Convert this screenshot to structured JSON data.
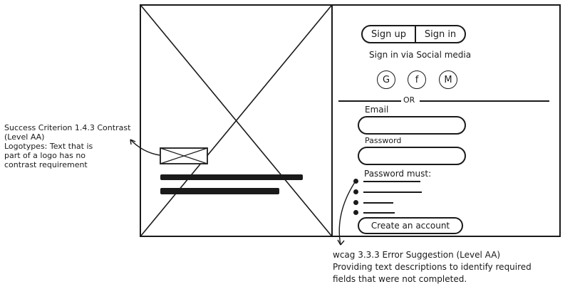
{
  "auth": {
    "tabs": {
      "signup": "Sign up",
      "signin": "Sign in"
    },
    "social_heading": "Sign in via Social media",
    "social": {
      "google": "G",
      "facebook": "f",
      "mail": "M"
    },
    "divider": "OR",
    "email_label": "Email",
    "email_value": "",
    "password_label": "Password",
    "password_value": "",
    "rules_heading": "Password must:",
    "submit": "Create an account"
  },
  "annotations": {
    "logo_note": [
      "Success Criterion 1.4.3 Contrast",
      "(Level AA)",
      "Logotypes: Text that is",
      "part of a logo has no",
      "contrast requirement"
    ],
    "error_note": [
      "wcag 3.3.3 Error Suggestion (Level AA)",
      "Providing text descriptions to identify required",
      "fields that were not completed."
    ]
  }
}
